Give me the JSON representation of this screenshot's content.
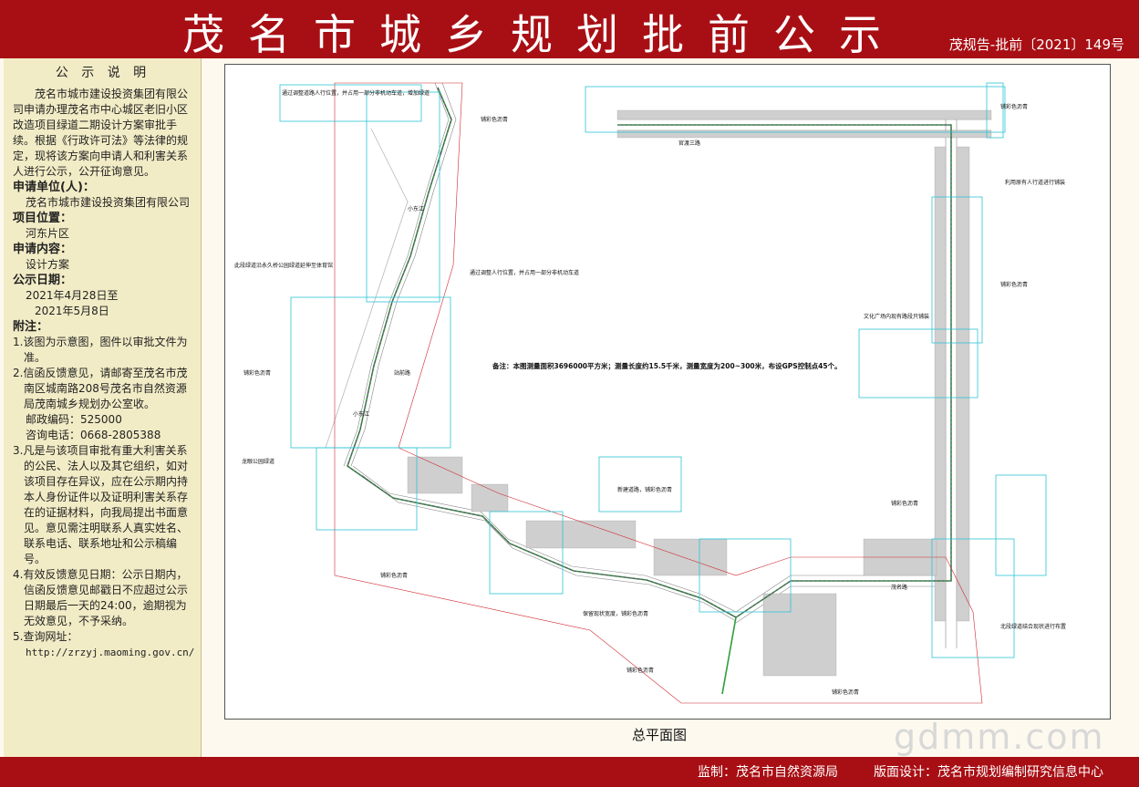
{
  "header": {
    "title": "茂名市城乡规划批前公示",
    "doc_number": "茂规告-批前〔2021〕149号"
  },
  "sidebar": {
    "heading": "公 示 说 明",
    "intro": "茂名市城市建设投资集团有限公司申请办理茂名市中心城区老旧小区改造项目绿道二期设计方案审批手续。根据《行政许可法》等法律的规定，现将该方案向申请人和利害关系人进行公示，公开征询意见。",
    "applicant_label": "申请单位(人)：",
    "applicant_value": "茂名市城市建设投资集团有限公司",
    "location_label": "项目位置：",
    "location_value": "河东片区",
    "content_label": "申请内容：",
    "content_value": "设计方案",
    "period_label": "公示日期：",
    "period_start": "2021年4月28日至",
    "period_end": "2021年5月8日",
    "notes_label": "附注：",
    "note1": "1.该图为示意图，图件以审批文件为准。",
    "note2": "2.信函反馈意见，请邮寄至茂名市茂南区城南路208号茂名市自然资源局茂南城乡规划办公室收。",
    "postcode_label": "邮政编码：",
    "postcode_value": "525000",
    "phone_label": "咨询电话：",
    "phone_value": "0668-2805388",
    "note3": "3.凡是与该项目审批有重大利害关系的公民、法人以及其它组织，如对该项目存在异议，应在公示期内持本人身份证件以及证明利害关系存在的证据材料，向我局提出书面意见。意见需注明联系人真实姓名、联系电话、联系地址和公示稿编号。",
    "note4": "4.有效反馈意见日期：公示日期内，信函反馈意见邮戳日不应超过公示日期最后一天的24:00，逾期视为无效意见，不予采纳。",
    "note5": "5.查询网址：",
    "url": "http://zrzyj.maoming.gov.cn/"
  },
  "map": {
    "caption": "总平面图",
    "remark": "备注：本图测量面积3696000平方米；测量长度约15.5千米，测量宽度为200~300米，布设GPS控制点45个。",
    "annotations": [
      "通过调整道路人行位置，并占用一部分非机动车道，增加绿道",
      "铺彩色沥青",
      "铺彩色沥青",
      "利用原有人行道进行铺装",
      "铺彩色沥青",
      "此段绿道沿永久桥公园绿道延伸至体育馆",
      "通过调整人行位置，并占用一部分非机动车道",
      "文化广场内现有路段只铺装",
      "铺彩色沥青",
      "铺彩色沥青",
      "龙眼公园绿道",
      "铺彩色沥青",
      "保留现状宽度，铺彩色沥青",
      "新建道路，铺彩色沥青",
      "铺彩色沥青",
      "北段绿道结合现状进行布置",
      "铺彩色沥青"
    ],
    "road_labels": [
      "小东江",
      "小东江",
      "站前路",
      "官渡三路",
      "茂名路"
    ]
  },
  "footer": {
    "supervision": "监制：茂名市自然资源局",
    "design": "版面设计：茂名市规划编制研究信息中心"
  },
  "watermark": "gdmm.com",
  "colors": {
    "header_bg": "#a80f14",
    "sidebar_bg": "#f2ecc6",
    "route": "#7b2d8e",
    "callout": "#2ec4d6",
    "green": "#2f9d3a"
  }
}
